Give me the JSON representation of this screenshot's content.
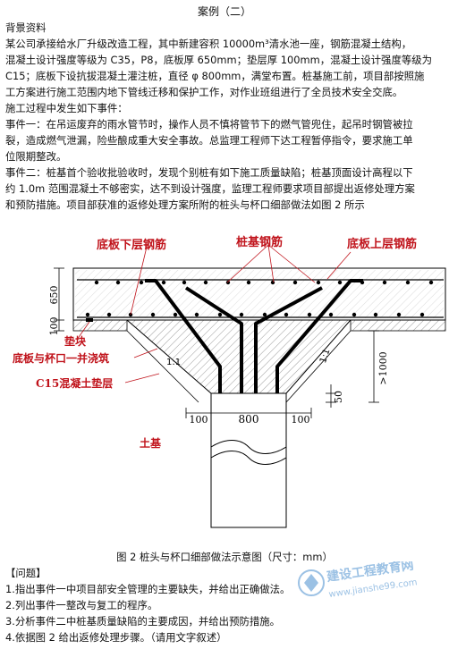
{
  "title": "案例（二）",
  "background_heading": "背景资料",
  "background_lines": [
    "某公司承接给水厂升级改造工程，其中新建容积 10000m³清水池一座，钢筋混凝土结构，",
    "混凝土设计强度等级为 C35，P8，底板厚 650mm；垫层厚 100mm，混凝土设计强度等级为",
    "C15；底板下设抗拔混凝土灌注桩，直径 φ 800mm，满堂布置。桩基施工前，项目部按照施",
    "工方案进行施工范围内地下管线迁移和保护工作，对作业班组进行了全员技术安全交底。",
    "施工过程中发生如下事件：",
    "事件一：在吊运废弃的雨水管节时，操作人员不慎将管节下的燃气管兜住，起吊时钢管被拉",
    "裂，造成燃气泄漏，险些酿成重大安全事故。总监理工程师下达工程暂停指令，要求施工单",
    "位限期整改。",
    "事件二：桩基首个验收批验收时，发现个别桩有如下施工质量缺陷；桩基顶面设计高程以下",
    "约 1.0m 范围混凝土不够密实，达不到设计强度，监理工程师要求项目部提出返修处理方案",
    "和预防措施。项目部获准的返修处理方案所附的桩头与杯口细部做法如图 2 所示"
  ],
  "figure": {
    "labels": {
      "bottom_rebar": "底板下层钢筋",
      "pile_rebar": "桩基钢筋",
      "top_rebar": "底板上层钢筋",
      "pad_block": "垫块",
      "slab_cup_cast": "底板与杯口一并浇筑",
      "c15_cushion": "C15混凝土垫层",
      "soil": "土基",
      "slope_left": "1:1",
      "slope_right": "1:1"
    },
    "dims": {
      "d650": "650",
      "d100_left": "100",
      "d1000": ">1000",
      "d50": "50",
      "w100a": "100",
      "w800": "800",
      "w100b": "100"
    }
  },
  "caption": "图 2  桩头与杯口细部做法示意图（尺寸：mm）",
  "questions_heading": "【问题】",
  "questions": [
    "1.指出事件一中项目部安全管理的主要缺失，并给出正确做法。",
    "2.列出事件一整改与复工的程序。",
    "3.分析事件二中桩基质量缺陷的主要成因，并给出预防措施。",
    "4.依据图 2 给出返修处理步骤。（请用文字叙述）"
  ],
  "watermark": {
    "line1": "建设工程教育网",
    "line2": "www.jianshe99.com"
  },
  "colors": {
    "label_red": "#c0131b",
    "rebar": "#000000",
    "watermark": "#4a8fcf"
  }
}
